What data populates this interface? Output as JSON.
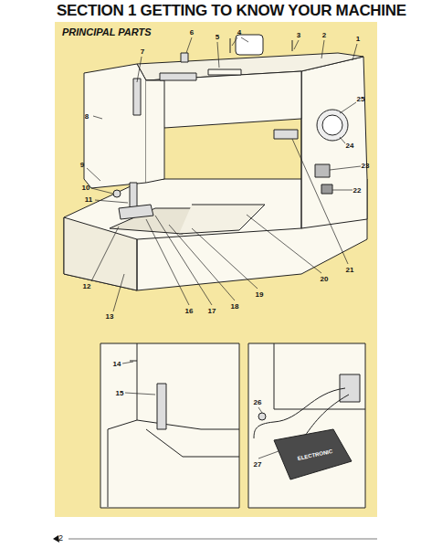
{
  "diagram": {
    "title": "SECTION 1 GETTING TO KNOW YOUR MACHINE",
    "labels": [
      "PRINCIPAL PARTS",
      "1",
      "2",
      "3",
      "4",
      "5",
      "6",
      "7",
      "8",
      "9",
      "10",
      "11",
      "12",
      "13",
      "14",
      "15",
      "16",
      "17",
      "18",
      "19",
      "20",
      "21",
      "22",
      "23",
      "24",
      "25",
      "26",
      "27",
      "ELECTRONIC",
      "2"
    ]
  }
}
